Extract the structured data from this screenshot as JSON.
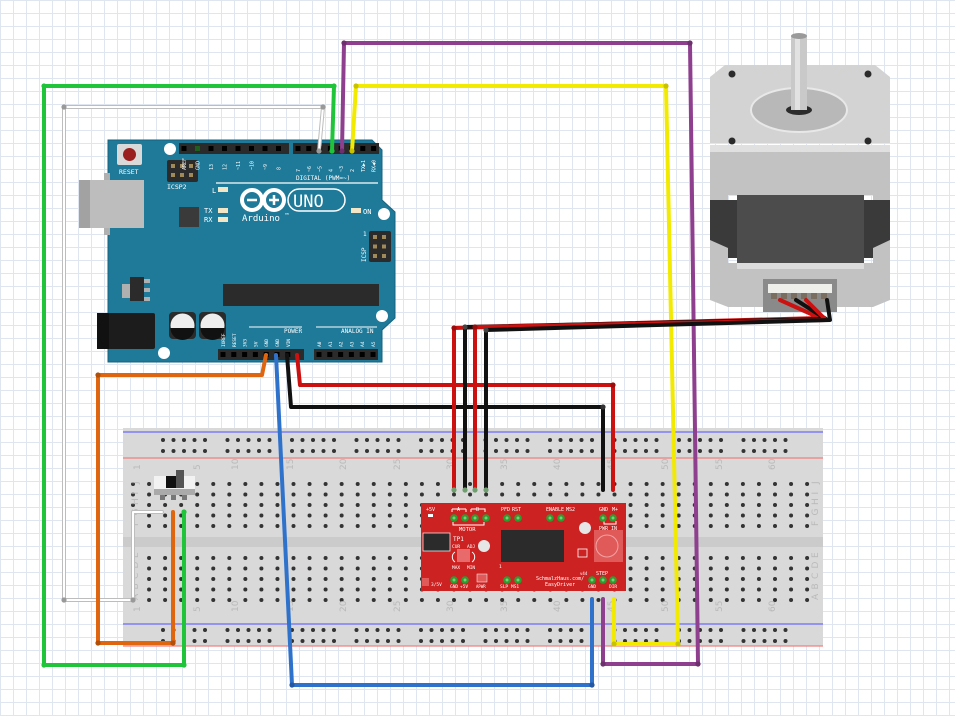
{
  "diagram": {
    "type": "breadboard-wiring",
    "title": "Arduino UNO + EasyDriver stepper motor circuit"
  },
  "arduino": {
    "reset_label": "RESET",
    "icsp2_label": "ICSP2",
    "icsp_label": "ICSP",
    "icsp_pin1": "1",
    "digital_label": "DIGITAL (PWM=~)",
    "digital_pins_left": [
      "AREF",
      "GND",
      "13",
      "12",
      "~11",
      "~10",
      "~9",
      "8"
    ],
    "digital_pins_right": [
      "7",
      "~6",
      "~5",
      "4",
      "~3",
      "2",
      "TX▶1",
      "RX◀0"
    ],
    "led_l": "L",
    "led_tx": "TX",
    "led_rx": "RX",
    "led_on": "ON",
    "logo_text": "UNO",
    "brand": "Arduino",
    "trademark": "TM",
    "power_label": "POWER",
    "power_pins": [
      "IOREF",
      "RESET",
      "3V3",
      "5V",
      "GND",
      "GND",
      "VIN"
    ],
    "analog_label": "ANALOG IN",
    "analog_pins": [
      "A0",
      "A1",
      "A2",
      "A3",
      "A4",
      "A5"
    ],
    "colors": {
      "board": "#1f7a99",
      "header": "#2b2b2b",
      "reset_button": "#9c1f1f"
    }
  },
  "easydriver": {
    "labels": {
      "plus5v": "+5V",
      "motor_a": "A",
      "motor_b": "B",
      "motor": "MOTOR",
      "pfd": "PFD",
      "rst": "RST",
      "enable": "ENABLE",
      "ms2": "MS2",
      "gnd_top": "GND",
      "mplus": "M+",
      "pwr_in": "PWR IN",
      "tp1": "TP1",
      "cur": "CUR",
      "adj": "ADJ",
      "max": "MAX",
      "min": "MIN",
      "pin1": "1",
      "v44": "v44",
      "three_five_v": "3/5V",
      "gnd_bottom": "GND",
      "plus5v_bottom": "+5V",
      "apwr": "APWR",
      "slp": "SLP",
      "ms1": "MS1",
      "website": "SchmalzHaus.com/",
      "product": "EasyDriver",
      "step": "STEP",
      "gnd_step": "GND",
      "dir": "DIR"
    },
    "colors": {
      "board": "#cc2222",
      "pin": "#2e9c2e"
    }
  },
  "breadboard": {
    "row_letters_top": [
      "J",
      "I",
      "H",
      "G",
      "F"
    ],
    "row_letters_bottom": [
      "E",
      "D",
      "C",
      "B",
      "A"
    ],
    "column_numbers": [
      "1",
      "5",
      "10",
      "15",
      "20",
      "25",
      "30",
      "35",
      "40",
      "45",
      "50",
      "55",
      "60"
    ],
    "colors": {
      "body": "#dcdcdc",
      "rail_blue": "#6b6bff",
      "rail_red": "#f08080"
    }
  },
  "stepper_motor": {
    "wire_colors": [
      "#cc1111",
      "#111111",
      "#cc1111",
      "#111111"
    ]
  },
  "switch": {
    "type": "slide-switch"
  },
  "wires": [
    {
      "name": "green-wire",
      "color": "#1fc43a",
      "from": "Arduino D4",
      "to": "switch right pin"
    },
    {
      "name": "white-wire",
      "color": "#c8c8c8",
      "from": "Arduino D5",
      "to": "switch left pin"
    },
    {
      "name": "purple-wire",
      "color": "#8e3f8e",
      "from": "Arduino D3",
      "to": "EasyDriver STEP"
    },
    {
      "name": "yellow-wire",
      "color": "#f2ea00",
      "from": "Arduino D2",
      "to": "EasyDriver DIR"
    },
    {
      "name": "orange-wire",
      "color": "#e0650f",
      "from": "Arduino 5V",
      "to": "switch middle pin"
    },
    {
      "name": "blue-wire",
      "color": "#2f72cc",
      "from": "Arduino GND",
      "to": "EasyDriver GND"
    },
    {
      "name": "black-wire",
      "color": "#111111",
      "from": "Arduino GND",
      "to": "EasyDriver PWR IN GND"
    },
    {
      "name": "red-wire",
      "color": "#cc1111",
      "from": "Arduino VIN",
      "to": "EasyDriver PWR IN M+"
    },
    {
      "name": "motor-coil-wires",
      "color": "#cc1111/#111111",
      "from": "EasyDriver MOTOR A/B",
      "to": "Stepper motor connector"
    }
  ]
}
